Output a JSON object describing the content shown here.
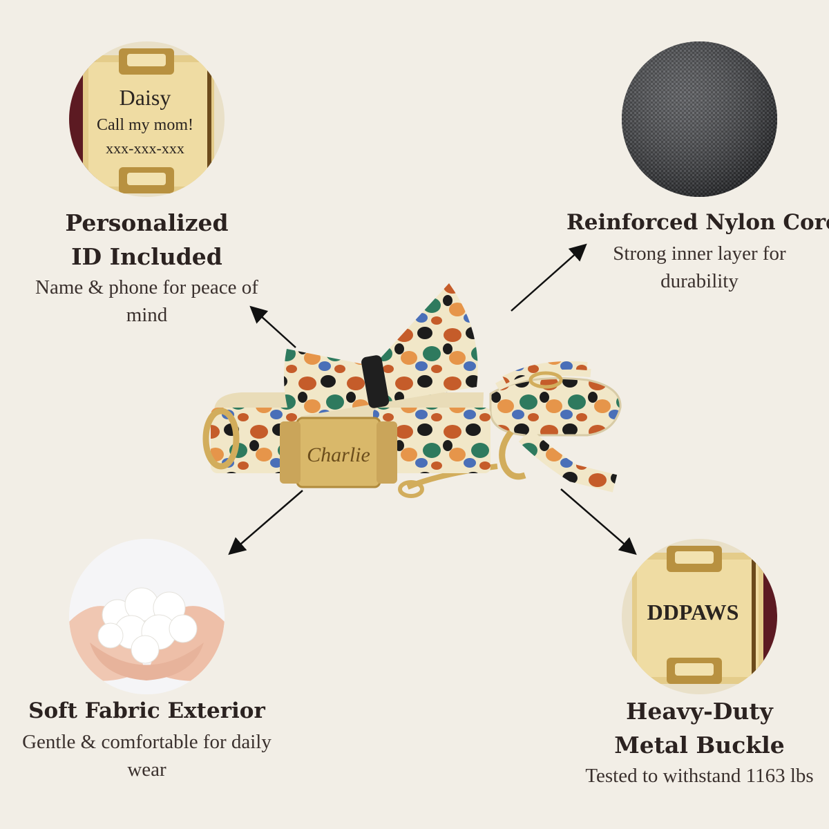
{
  "features": {
    "personalized_id": {
      "title": "Personalized ID Included",
      "description": "Name & phone for peace of mind",
      "tag_name": "Daisy",
      "tag_line": "Call my mom!",
      "tag_phone": "xxx-xxx-xxx"
    },
    "nylon_core": {
      "title": "Reinforced Nylon Core",
      "description": "Strong inner layer for durability"
    },
    "soft_fabric": {
      "title": "Soft Fabric Exterior",
      "description": "Gentle & comfortable for daily wear"
    },
    "metal_buckle": {
      "title": "Heavy-Duty Metal Buckle",
      "description": "Tested to withstand 1163 lbs",
      "tag_brand": "DDPAWS"
    }
  },
  "product": {
    "buckle_engraving": "Charlie"
  },
  "colors": {
    "background": "#f2eee6",
    "gold": "#d9b86a",
    "text": "#2b2220"
  }
}
